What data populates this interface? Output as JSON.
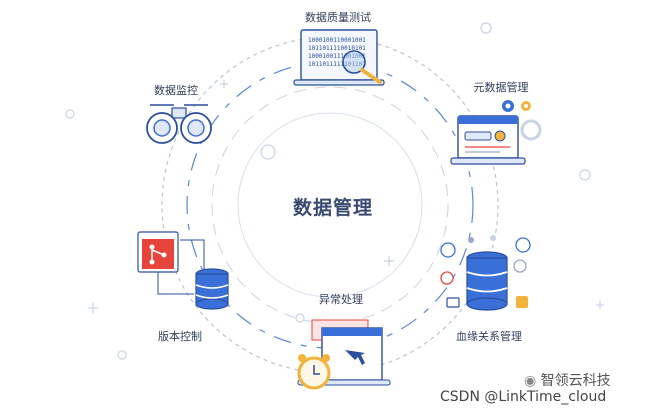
{
  "center": {
    "title": "数据管理"
  },
  "nodes": {
    "quality": {
      "label": "数据质量测试",
      "binary": [
        "1000100110001001",
        "10110111100 10101",
        "10001001 1001001",
        "1011011111011 01"
      ]
    },
    "metadata": {
      "label": "元数据管理"
    },
    "monitor": {
      "label": "数据监控"
    },
    "version": {
      "label": "版本控制"
    },
    "exception": {
      "label": "异常处理"
    },
    "lineage": {
      "label": "血缘关系管理"
    }
  },
  "watermarks": {
    "wechat": "智领云科技",
    "csdn": "CSDN @LinkTime_cloud"
  },
  "colors": {
    "ring": "#9aa9c8",
    "accent_blue": "#3b6fd8",
    "light_blue": "#dfe8f8",
    "orange": "#f2b33d",
    "red": "#e5453d",
    "outline": "#2b4f9e"
  }
}
